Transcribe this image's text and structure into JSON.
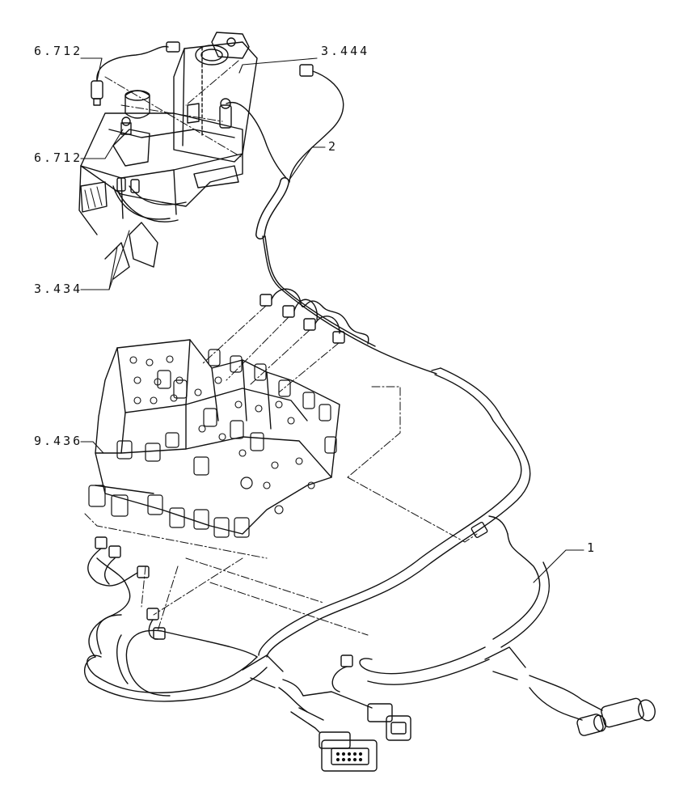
{
  "callouts": {
    "c1": "6.712",
    "c2": "3.444",
    "c3": "2",
    "c4": "6.712",
    "c5": "3.434",
    "c6": "9.436",
    "c7": "1"
  },
  "colors": {
    "line": "#111111",
    "background": "#ffffff"
  }
}
